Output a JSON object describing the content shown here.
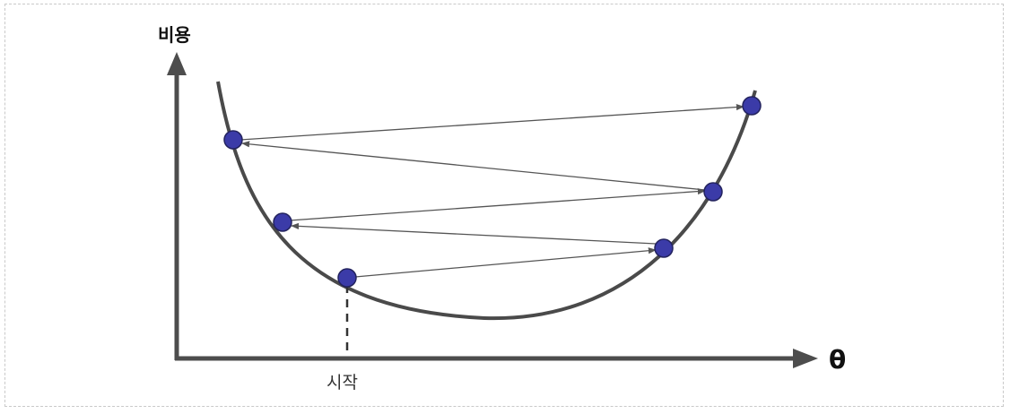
{
  "diagram": {
    "y_axis_label": "비용",
    "x_axis_label": "θ",
    "start_label": "시작",
    "colors": {
      "axis": "#4d4d4d",
      "curve": "#4a4a4a",
      "point_fill": "#3b3ba8",
      "arrow": "#555555"
    },
    "steps": 5
  }
}
